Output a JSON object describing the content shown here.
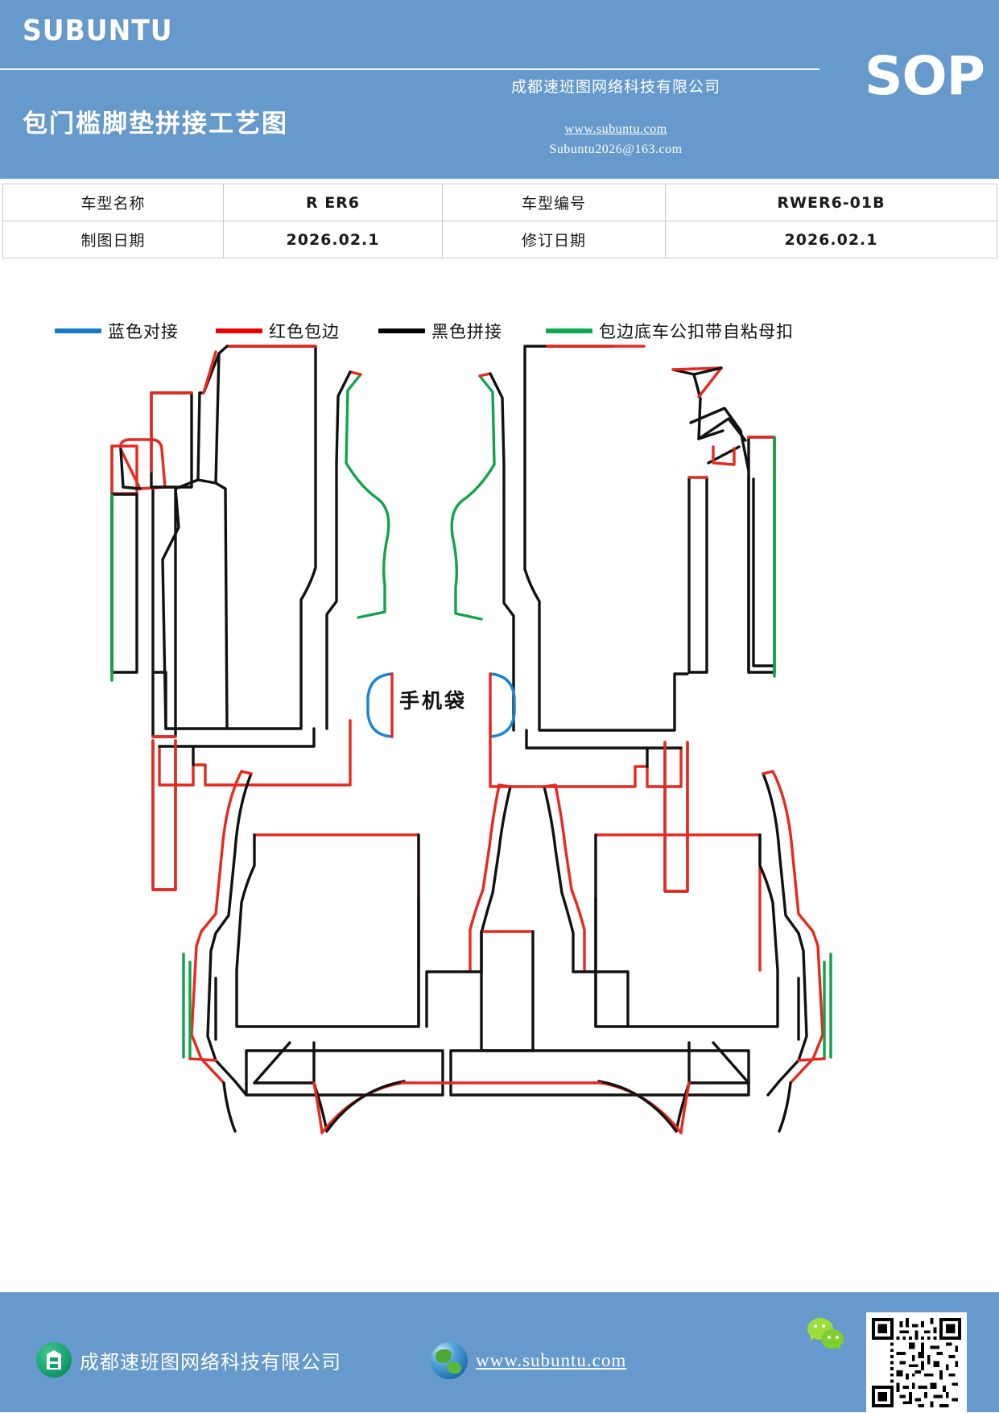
{
  "header": {
    "brand": "SUBUNTU",
    "badge": "SOP",
    "doc_title": "包门槛脚垫拼接工艺图",
    "company": "成都速班图网络科技有限公司",
    "website": "www.subuntu.com",
    "email": "Subuntu2026@163.com",
    "bg_color": "#6699cc"
  },
  "info_table": {
    "rows": [
      {
        "label_1": "车型名称",
        "value_1": "R ER6",
        "label_2": "车型编号",
        "value_2": "RWER6-01B"
      },
      {
        "label_1": "制图日期",
        "value_1": "2026.02.1",
        "label_2": "修订日期",
        "value_2": "2026.02.1"
      }
    ]
  },
  "legend": {
    "items": [
      {
        "label": "蓝色对接",
        "color": "#1878c8"
      },
      {
        "label": "红色包边",
        "color": "#ee0000"
      },
      {
        "label": "黑色拼接",
        "color": "#000000"
      },
      {
        "label": "包边底车公扣带自粘母扣",
        "color": "#11a94e"
      }
    ]
  },
  "drawing": {
    "pocket_label": "手机袋",
    "stroke_black": "#111111",
    "stroke_red": "#e8281e",
    "stroke_green": "#11a34c",
    "stroke_blue": "#1a84d6"
  },
  "footer": {
    "company": "成都速班图网络科技有限公司",
    "website": "www.subuntu.com",
    "bg_color": "#6699cc"
  }
}
